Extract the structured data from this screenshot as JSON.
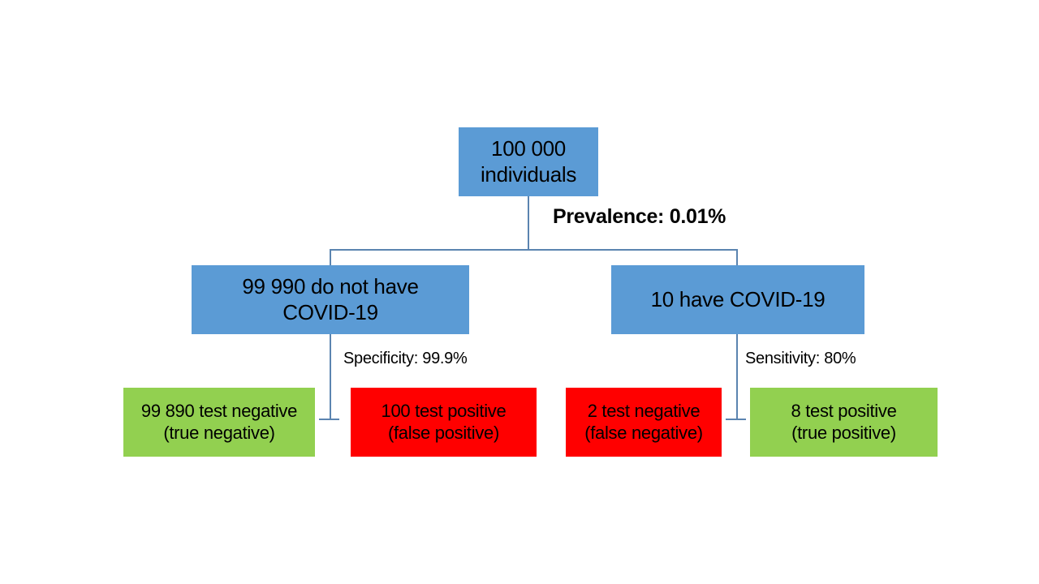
{
  "nodes": {
    "root": {
      "label": "100 000\nindividuals"
    },
    "no_covid": {
      "label": "99 990 do not have\nCOVID-19"
    },
    "have_covid": {
      "label": "10 have COVID-19"
    },
    "true_negative": {
      "label": "99 890 test negative\n(true negative)"
    },
    "false_positive": {
      "label": "100 test positive\n(false positive)"
    },
    "false_negative": {
      "label": "2 test negative\n(false negative)"
    },
    "true_positive": {
      "label": "8 test positive\n(true positive)"
    }
  },
  "annotations": {
    "prevalence": "Prevalence: 0.01%",
    "specificity": "Specificity: 99.9%",
    "sensitivity": "Sensitivity: 80%"
  },
  "colors": {
    "blue": "#5B9BD5",
    "green": "#92D050",
    "red": "#FF0000",
    "connector": "#5B84B0",
    "text": "#000000",
    "background": "#FFFFFF"
  }
}
